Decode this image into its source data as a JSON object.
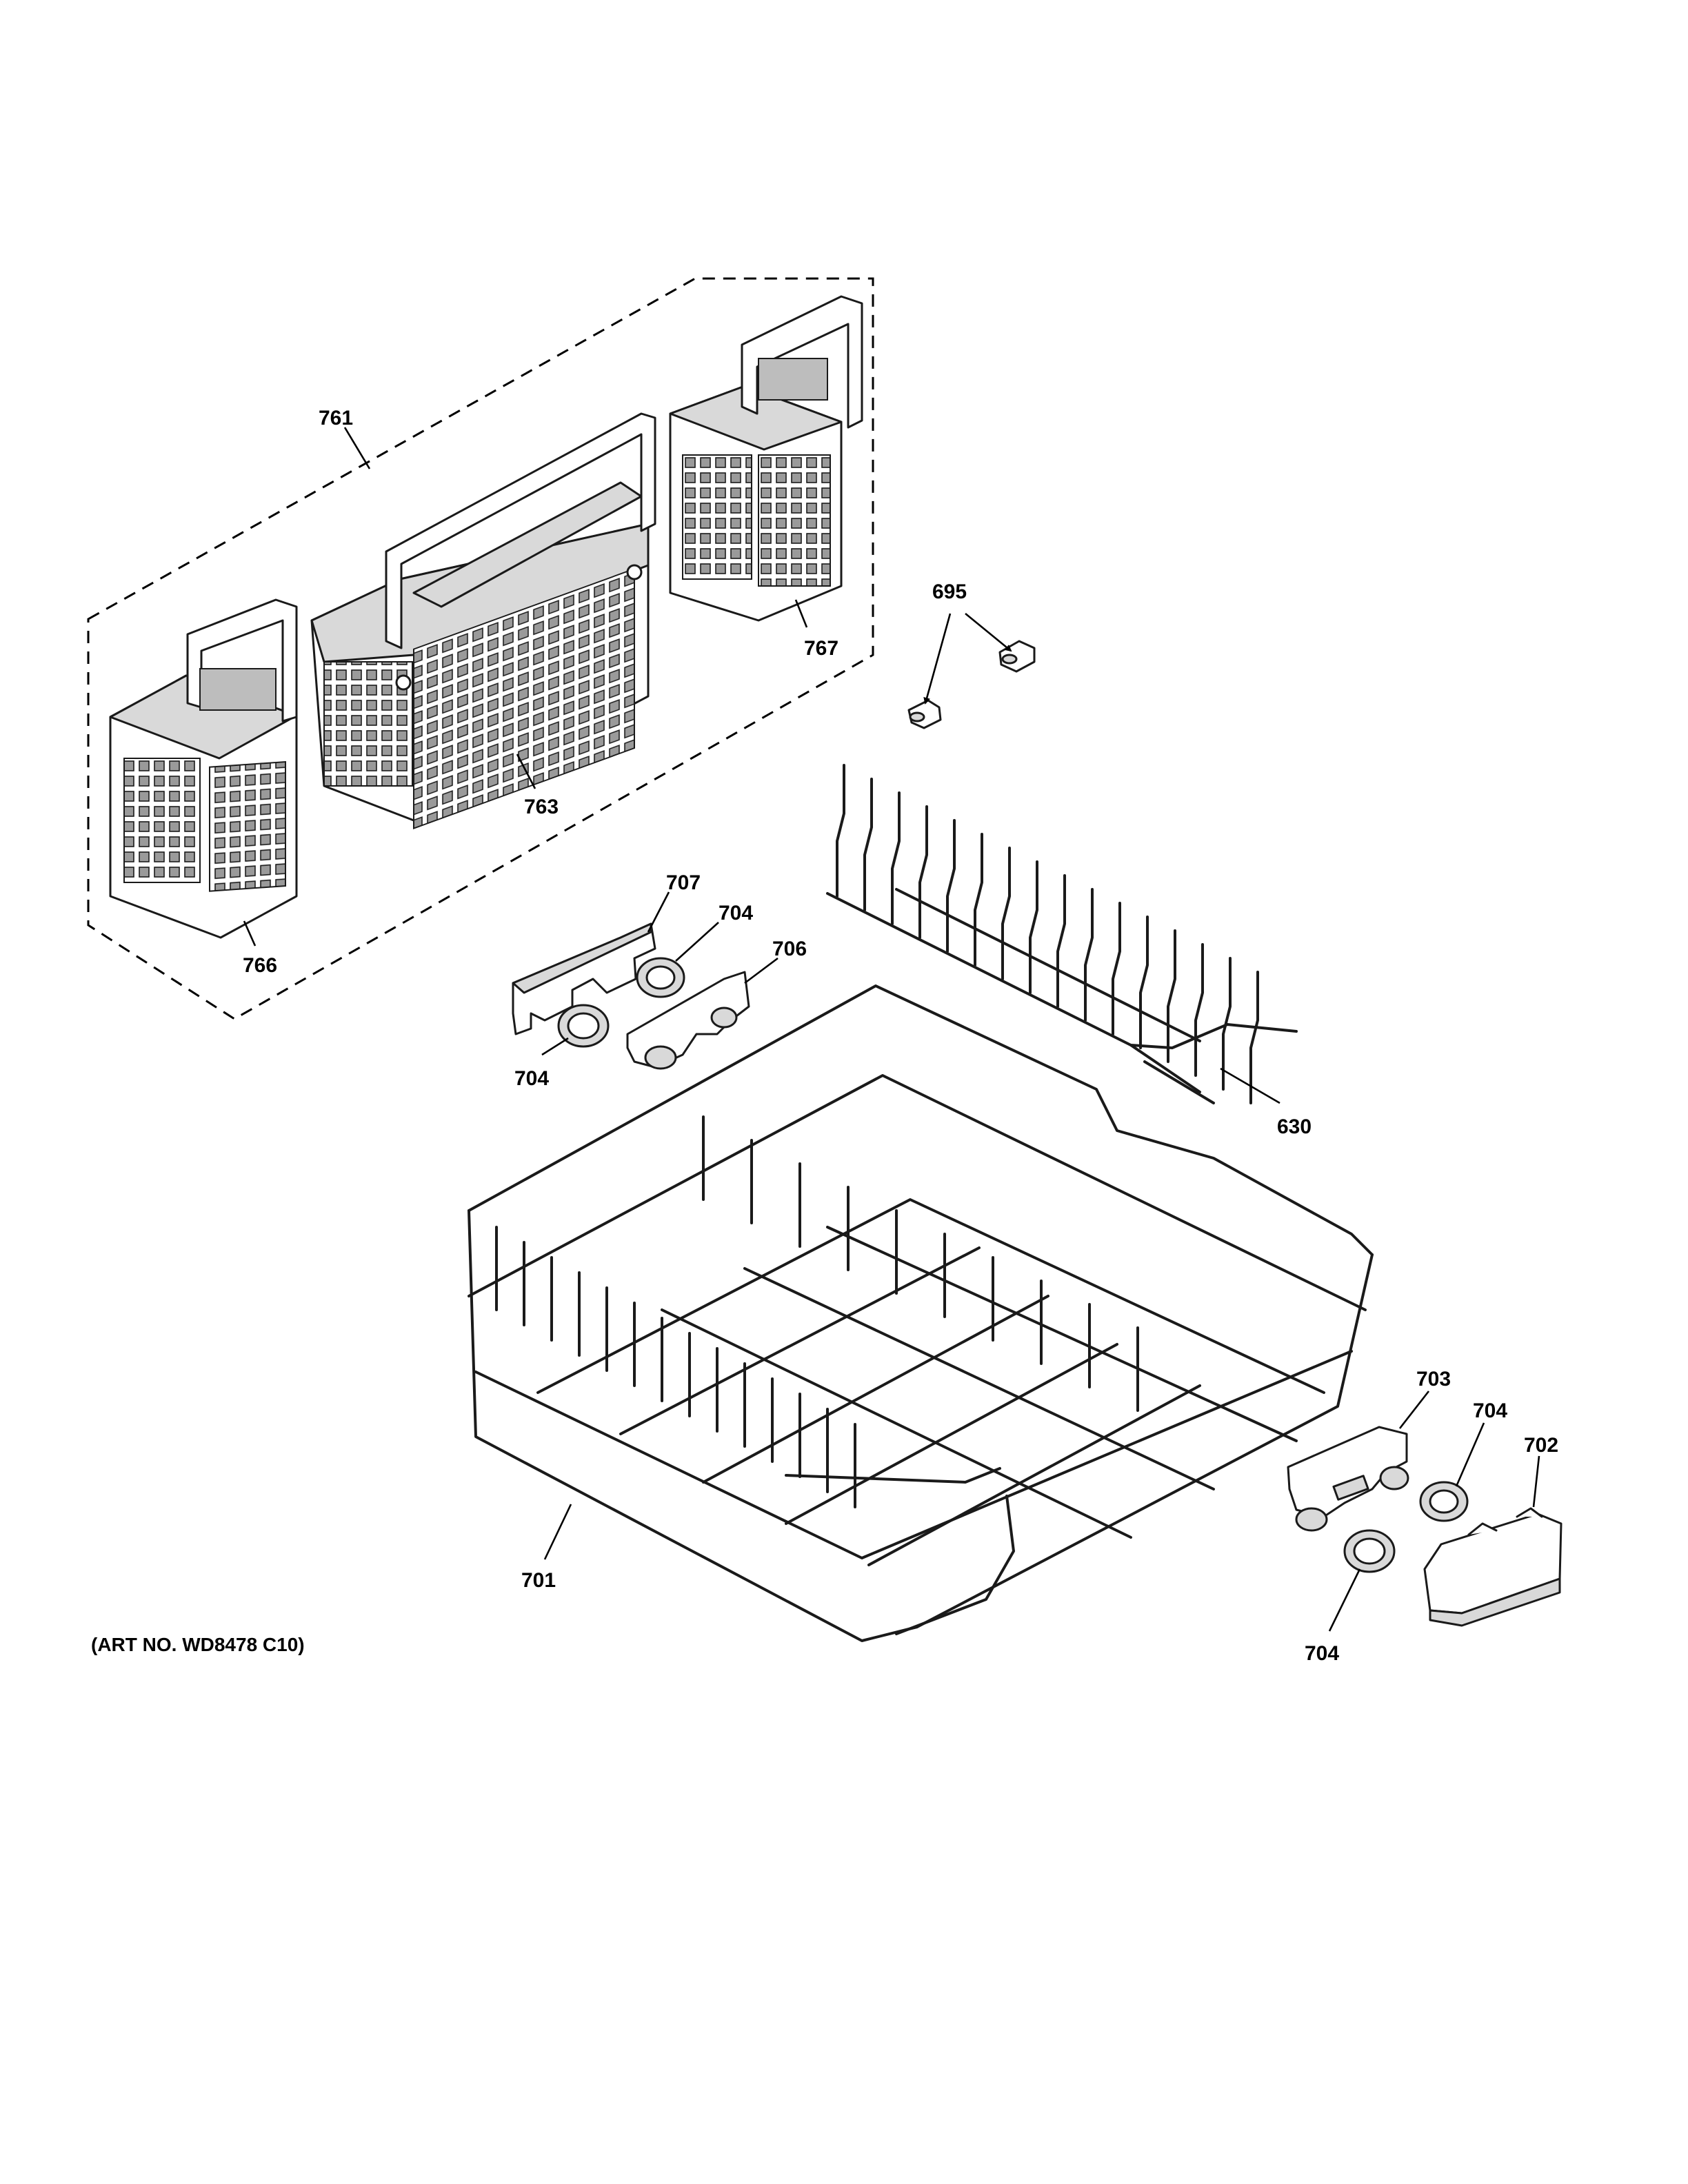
{
  "callouts": {
    "c761": "761",
    "c767": "767",
    "c763": "763",
    "c766": "766",
    "c695": "695",
    "c707": "707",
    "c704a": "704",
    "c706": "706",
    "c704b": "704",
    "c630": "630",
    "c703": "703",
    "c704c": "704",
    "c702": "702",
    "c701": "701",
    "c704d": "704"
  },
  "art_number": "(ART NO. WD8478 C10)"
}
